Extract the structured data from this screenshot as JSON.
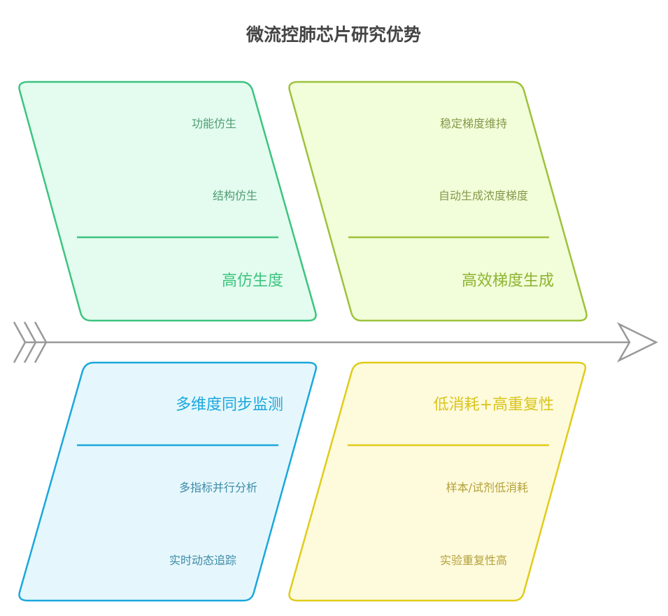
{
  "title": "微流控肺芯片研究优势",
  "colors": {
    "spine": "#999999",
    "green": {
      "stroke": "#3cc47f",
      "fill": "#e3fcef",
      "text": "#3cc47f",
      "item": "#4f9b72"
    },
    "lime": {
      "stroke": "#9dc23b",
      "fill": "#f2fdd9",
      "text": "#8cb42f",
      "item": "#86994c"
    },
    "blue": {
      "stroke": "#1aa7dc",
      "fill": "#e5f7fd",
      "text": "#1aa7dc",
      "item": "#3e8aa6"
    },
    "yellow": {
      "stroke": "#e0cc1a",
      "fill": "#fefadc",
      "text": "#d9c51a",
      "item": "#b3a13a"
    }
  },
  "categories": [
    {
      "title": "高仿生度",
      "items": [
        "功能仿生",
        "结构仿生"
      ]
    },
    {
      "title": "高效梯度生成",
      "items": [
        "稳定梯度维持",
        "自动生成浓度梯度"
      ]
    },
    {
      "title": "多维度同步监测",
      "items": [
        "多指标并行分析",
        "实时动态追踪"
      ]
    },
    {
      "title": "低消耗+高重复性",
      "items": [
        "样本/试剂低消耗",
        "实验重复性高"
      ]
    }
  ]
}
